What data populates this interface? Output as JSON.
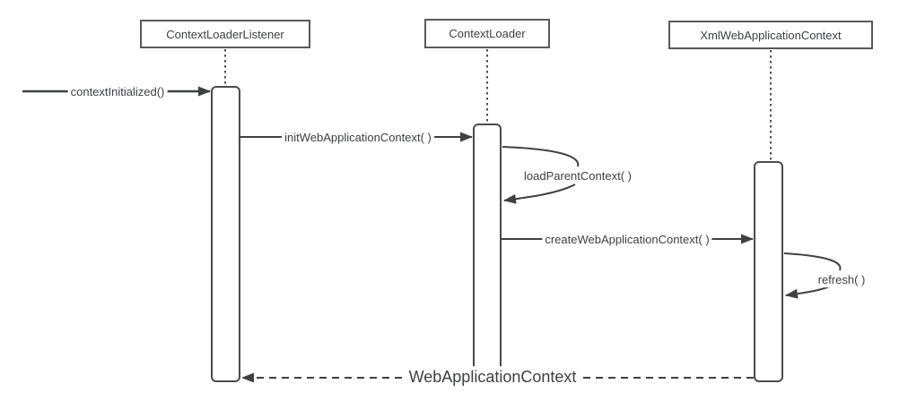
{
  "diagram": {
    "kind": "uml-sequence-diagram",
    "participants": [
      {
        "name": "ContextLoaderListener"
      },
      {
        "name": "ContextLoader"
      },
      {
        "name": "XmlWebApplicationContext"
      }
    ],
    "messages": [
      {
        "label": "contextInitialized()",
        "from": "external",
        "to": "ContextLoaderListener",
        "line": "solid"
      },
      {
        "label": "initWebApplicationContext( )",
        "from": "ContextLoaderListener",
        "to": "ContextLoader",
        "line": "solid"
      },
      {
        "label": "loadParentContext( )",
        "from": "ContextLoader",
        "to": "ContextLoader",
        "line": "self-call"
      },
      {
        "label": "createWebApplicationContext( )",
        "from": "ContextLoader",
        "to": "XmlWebApplicationContext",
        "line": "solid"
      },
      {
        "label": "refresh( )",
        "from": "XmlWebApplicationContext",
        "to": "XmlWebApplicationContext",
        "line": "self-call"
      },
      {
        "label": "WebApplicationContext",
        "from": "XmlWebApplicationContext",
        "to": "ContextLoaderListener",
        "line": "dashed-return"
      }
    ],
    "colors": {
      "line": "#3f4042",
      "box_border": "#58595b",
      "text": "#3d3f42",
      "background": "#ffffff"
    }
  }
}
